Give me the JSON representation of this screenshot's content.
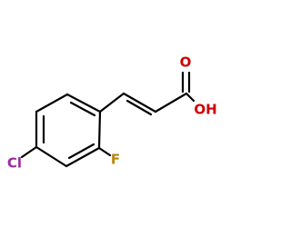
{
  "molecule": {
    "atoms": {
      "cl": {
        "label": "Cl",
        "color": "#9b2aa3"
      },
      "f": {
        "label": "F",
        "color": "#b8860b"
      },
      "o_carbonyl": {
        "label": "O",
        "color": "#cc0000"
      },
      "o_hydroxyl": {
        "label": "OH",
        "color": "#cc0000"
      }
    }
  }
}
